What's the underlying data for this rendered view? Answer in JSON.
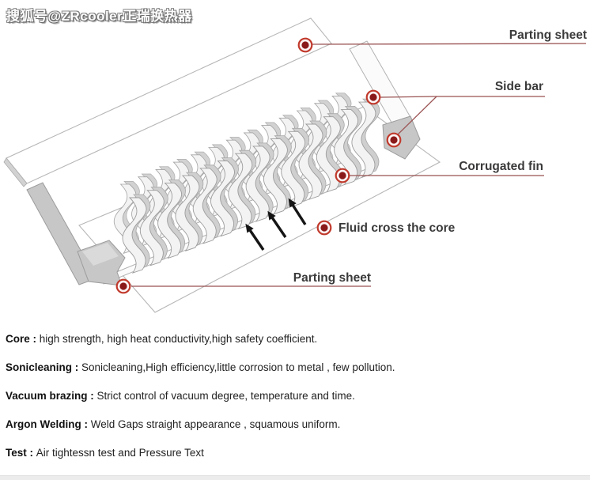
{
  "watermark": "搜狐号@ZRcooler正瑞换热器",
  "diagram": {
    "callouts": [
      {
        "id": "parting-sheet-top",
        "label": "Parting sheet"
      },
      {
        "id": "side-bar",
        "label": "Side bar"
      },
      {
        "id": "corrugated-fin",
        "label": "Corrugated fin"
      },
      {
        "id": "fluid-cross-core",
        "label": "Fluid cross the core"
      },
      {
        "id": "parting-sheet-bottom",
        "label": "Parting sheet"
      }
    ],
    "colors": {
      "marker_ring": "#c0392b",
      "marker_core": "#8a1a1a",
      "leader_line": "#9a5252",
      "label_text": "#3a3a3a"
    }
  },
  "features": {
    "separator": " : ",
    "items": [
      {
        "label": "Core",
        "text": "high strength, high heat conductivity,high safety coefficient."
      },
      {
        "label": "Sonicleaning",
        "text": "Sonicleaning,High efficiency,little corrosion to metal , few pollution."
      },
      {
        "label": "Vacuum brazing",
        "text": "Strict control of vacuum degree, temperature and time."
      },
      {
        "label": "Argon Welding",
        "text": "Weld Gaps straight appearance , squamous uniform."
      },
      {
        "label": "Test",
        "text": "Air tightessn test and Pressure Text"
      }
    ]
  }
}
